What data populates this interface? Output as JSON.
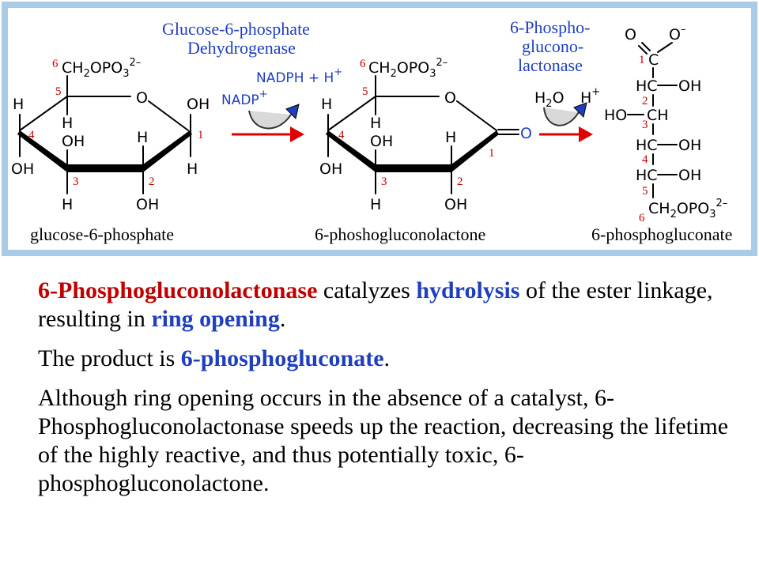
{
  "enzymes": {
    "g6pd_line1": "Glucose-6-phosphate",
    "g6pd_line2": "Dehydrogenase",
    "lact_line1": "6-Phospho-",
    "lact_line2": "glucono-",
    "lact_line3": "lactonase"
  },
  "cofactors": {
    "nadph": "NADPH + H",
    "nadp": "NADP",
    "plus": "+",
    "water": "H",
    "water_sub": "2",
    "water_o": "O",
    "proton": "H",
    "proton_plus": "+"
  },
  "captions": {
    "left": "glucose-6-phosphate",
    "middle": "6-phoshogluconolactone",
    "right": "6-phosphogluconate"
  },
  "groups": {
    "ch2": "CH",
    "two": "2",
    "opo3": "OPO",
    "three": "3",
    "charge": "2–",
    "O": "O",
    "OH": "OH",
    "H": "H",
    "HC": "HC",
    "HO": "HO",
    "CH": "CH",
    "Ominus": "O",
    "minus": "–",
    "C": "C"
  },
  "carbon_numbers": {
    "c1": "1",
    "c2": "2",
    "c3": "3",
    "c4": "4",
    "c5": "5",
    "c6": "6"
  },
  "paragraphs": {
    "p1_a": "6-Phosphogluconolactonase",
    "p1_b": " catalyzes ",
    "p1_c": "hydrolysis",
    "p1_d": " of the ester linkage, resulting in ",
    "p1_e": "ring opening",
    "p1_f": ".",
    "p2_a": "The product is ",
    "p2_b": "6-phosphogluconate",
    "p2_c": ".",
    "p3": "Although ring opening occurs in the absence of a catalyst, 6-Phosphogluconolactonase speeds up the reaction, decreasing the lifetime of the highly reactive, and thus potentially toxic, 6-phosphogluconolactone."
  },
  "colors": {
    "accent_red": "#c00000",
    "accent_blue": "#1f3fbf",
    "frame": "#a9cbe8"
  }
}
